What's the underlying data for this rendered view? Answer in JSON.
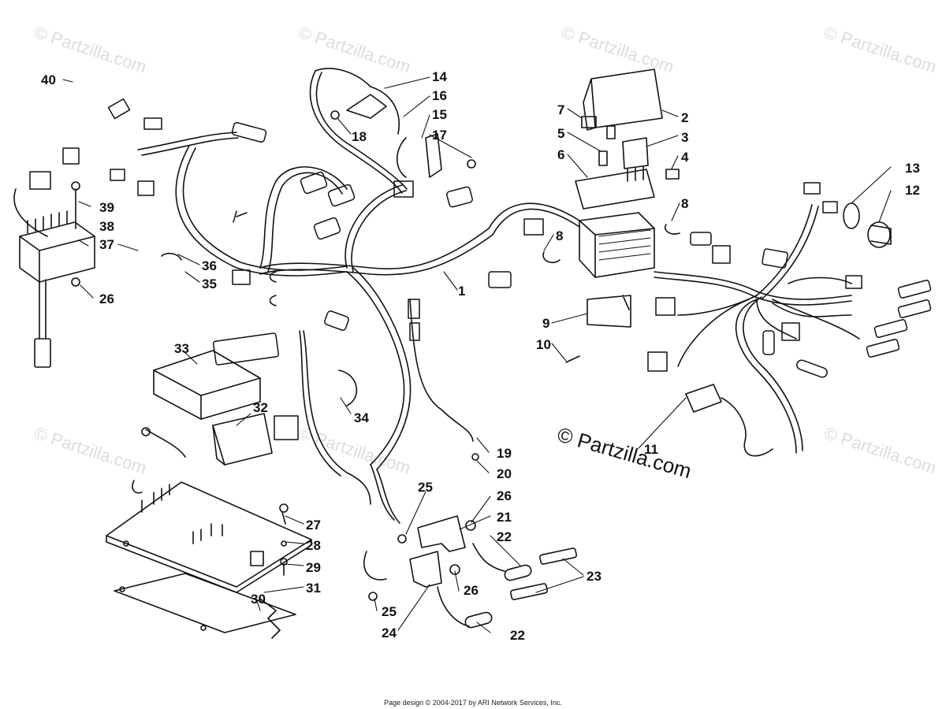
{
  "watermarks": {
    "tile_text": "© Partzilla.com",
    "main_text": "© Partzilla.com"
  },
  "footer": "Page design © 2004-2017 by ARI Network Services, Inc.",
  "callouts": [
    "1",
    "2",
    "3",
    "4",
    "5",
    "6",
    "7",
    "8",
    "8",
    "9",
    "10",
    "11",
    "12",
    "13",
    "14",
    "15",
    "16",
    "17",
    "18",
    "19",
    "20",
    "21",
    "22",
    "22",
    "23",
    "24",
    "25",
    "25",
    "26",
    "26",
    "26",
    "27",
    "28",
    "29",
    "30",
    "31",
    "32",
    "33",
    "34",
    "35",
    "36",
    "37",
    "38",
    "39",
    "40"
  ]
}
